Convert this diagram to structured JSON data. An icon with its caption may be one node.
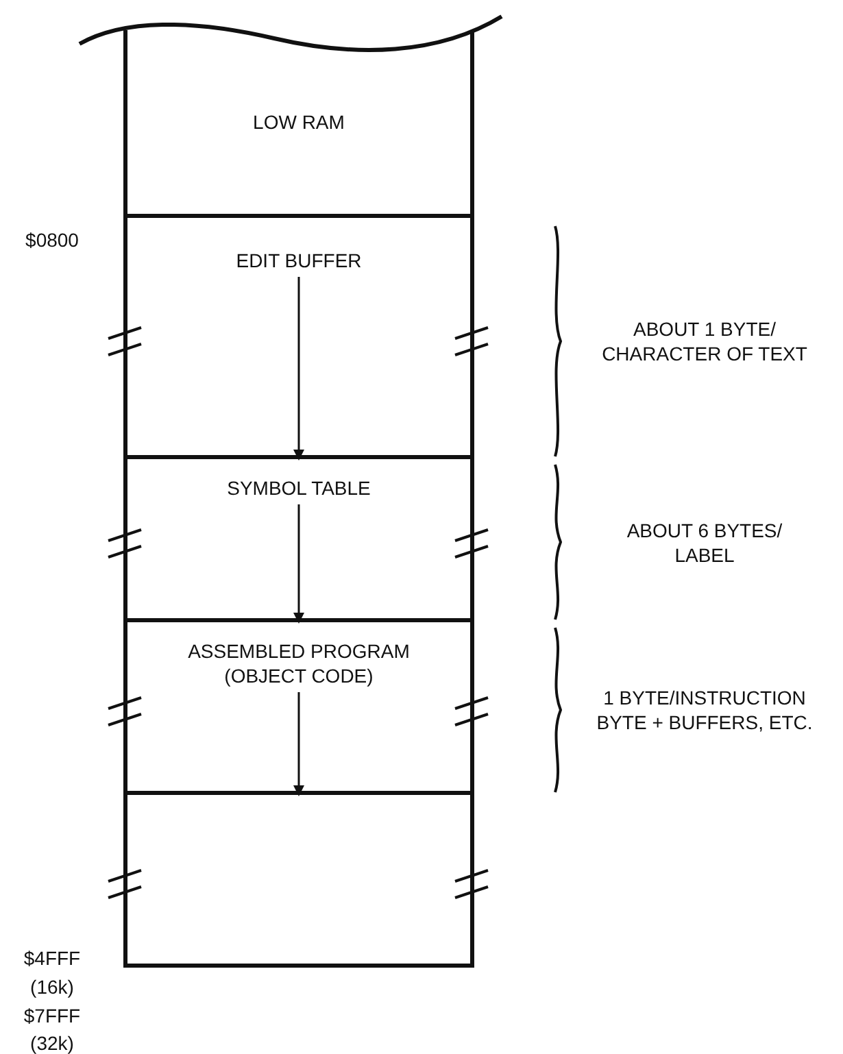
{
  "diagram": {
    "nodes": [
      {
        "text": [
          "LOW RAM"
        ]
      },
      {
        "text": [
          "EDIT BUFFER"
        ]
      },
      {
        "text": [
          "SYMBOL TABLE"
        ]
      },
      {
        "text": [
          "ASSEMBLED PROGRAM (OBJECT CODE)"
        ]
      },
      {
        "text": [],
        "shape": "box"
      }
    ],
    "edges": [
      {
        "from": 1,
        "to": 2,
        "arrow": "to"
      },
      {
        "from": 2,
        "to": 3,
        "arrow": "to"
      },
      {
        "from": 3,
        "to": 4,
        "arrow": "to"
      }
    ],
    "labels": [
      "$0800",
      "ABOUT 1 BYTE/ CHARACTER OF TEXT",
      "ABOUT 6 BYTES/ LABEL",
      "1 BYTE/INSTRUCTION BYTE + BUFFERS, ETC.",
      "$4FFF",
      "(16k)",
      "$7FFF",
      "(32k)"
    ]
  }
}
